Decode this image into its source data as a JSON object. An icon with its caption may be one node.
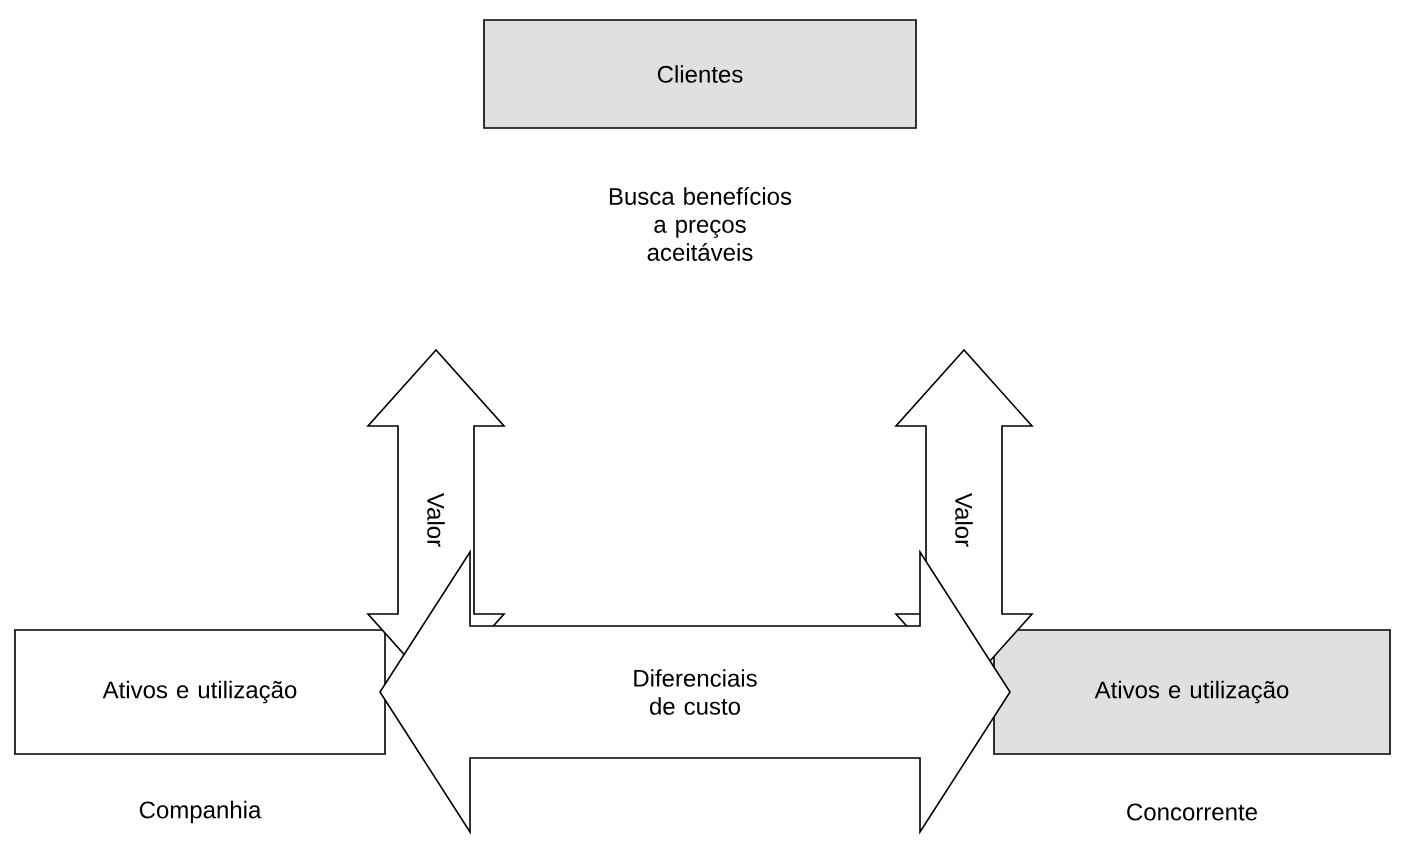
{
  "diagram": {
    "nodes": [
      {
        "text": [
          "Clientes"
        ],
        "beside": [
          "Busca benefícios a preços aceitáveis"
        ]
      },
      {
        "text": [
          "Ativos e utilização"
        ],
        "beside": [
          "Companhia"
        ]
      },
      {
        "text": [
          "Ativos e utilização"
        ],
        "beside": [
          "Concorrente"
        ]
      }
    ],
    "edges": [
      {
        "from": 0,
        "to": 1,
        "arrow": "both",
        "label": "Valor"
      },
      {
        "from": 0,
        "to": 2,
        "arrow": "both",
        "label": "Valor"
      },
      {
        "from": 1,
        "to": 2,
        "arrow": "both",
        "label": "Diferenciais de custo"
      }
    ]
  }
}
